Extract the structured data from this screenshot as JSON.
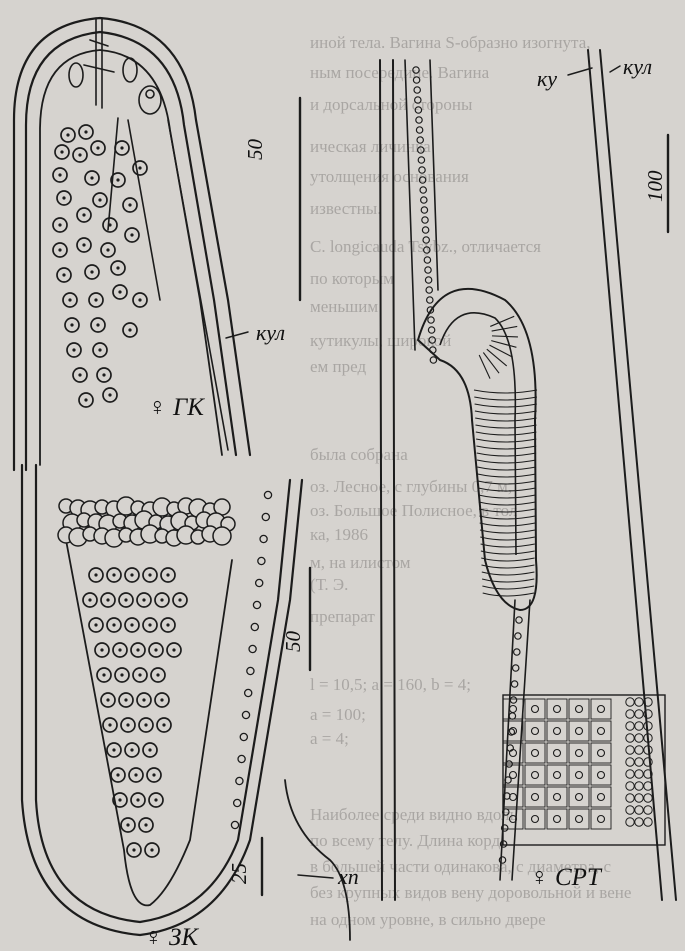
{
  "background_text": [
    "иной тела. Вагина S-образно изогнута,",
    "ным посередине. Вагина",
    "и дорсальной стороны",
    "ическая личинка",
    "утолщения основания",
    "известны.",
    "C. longicauda Tsybz., отличается",
    "по которым",
    "меньшим",
    "кутикулы, широкой",
    "ем пред",
    "была собрана",
    "оз. Лесное, с глубины 0,7 м,",
    "оз. Большое Полисное, в тол",
    "ка, 1986",
    "м, на илистом",
    "(Т. Э.",
    "препарат",
    "l = 10,5; a = 160, b = 4;",
    "a = 100;",
    "a = 4;",
    "Наиболее среди видно вдоль",
    "по всему телу. Длина корд",
    "в большей части одинакова, с диаметра, с",
    "без крупных видов вену доровольной и вене",
    "на одном уровне, в сильно двере"
  ],
  "panels": [
    {
      "caption": "♀ ГК",
      "scale": "50",
      "labels": [
        "кул"
      ]
    },
    {
      "caption": "♀ ЗК",
      "scale": "50",
      "scale2": "25",
      "labels": [
        "хп"
      ]
    },
    {
      "caption": "♀ СРТ",
      "scale": "100",
      "labels": [
        "ку",
        "кул"
      ]
    }
  ]
}
